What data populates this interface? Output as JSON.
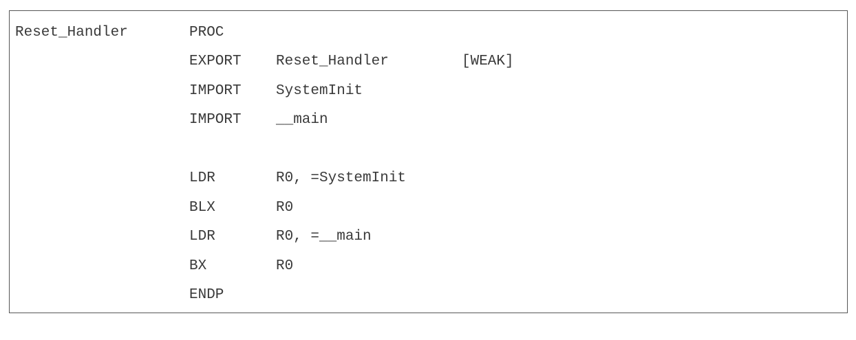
{
  "code": {
    "lines": [
      {
        "label": "Reset_Handler",
        "op": "PROC",
        "arg": "",
        "extra": ""
      },
      {
        "label": "",
        "op": "EXPORT",
        "arg": "Reset_Handler",
        "extra": "[WEAK]"
      },
      {
        "label": "",
        "op": "IMPORT",
        "arg": "SystemInit",
        "extra": ""
      },
      {
        "label": "",
        "op": "IMPORT",
        "arg": "__main",
        "extra": ""
      },
      {
        "label": "",
        "op": "",
        "arg": "",
        "extra": ""
      },
      {
        "label": "",
        "op": "LDR",
        "arg": "R0, =SystemInit",
        "extra": ""
      },
      {
        "label": "",
        "op": "BLX",
        "arg": "R0",
        "extra": ""
      },
      {
        "label": "",
        "op": "LDR",
        "arg": "R0, =__main",
        "extra": ""
      },
      {
        "label": "",
        "op": "BX",
        "arg": "R0",
        "extra": ""
      },
      {
        "label": "",
        "op": "ENDP",
        "arg": "",
        "extra": ""
      }
    ]
  }
}
